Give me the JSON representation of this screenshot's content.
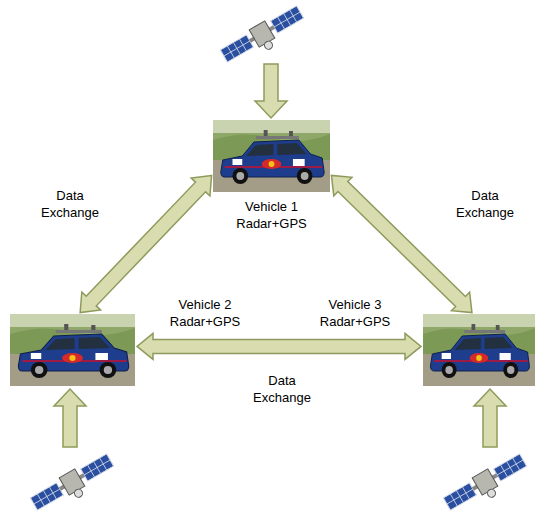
{
  "diagram": {
    "nodes": [
      {
        "text": [
          "Vehicle 1 Radar+GPS"
        ]
      },
      {
        "text": [
          "Vehicle 2 Radar+GPS"
        ]
      },
      {
        "text": [
          "Vehicle 3 Radar+GPS"
        ]
      }
    ],
    "edges": [
      {
        "from": 0,
        "to": 1,
        "arrow": "both",
        "label": "Data Exchange"
      },
      {
        "from": 0,
        "to": 2,
        "arrow": "both",
        "label": "Data Exchange"
      },
      {
        "from": 1,
        "to": 2,
        "arrow": "both",
        "label": "Data Exchange"
      }
    ]
  }
}
